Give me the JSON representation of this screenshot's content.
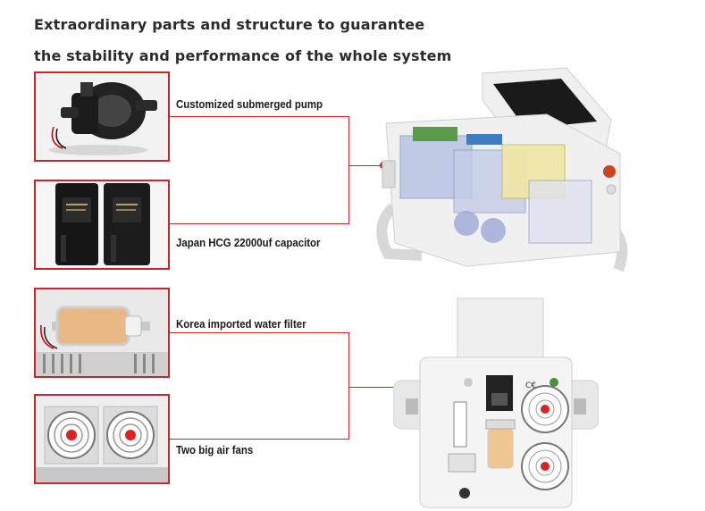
{
  "headline": {
    "line1": "Extraordinary parts and structure to guarantee",
    "line2": "the stability and performance of the whole system"
  },
  "parts": [
    {
      "label": "Customized submerged pump",
      "image": "water-pump-photo"
    },
    {
      "label": "Japan HCG 22000uf capacitor",
      "image": "capacitor-photo"
    },
    {
      "label": "Korea imported water filter",
      "image": "water-filter-photo"
    },
    {
      "label": "Two big air fans",
      "image": "air-fans-photo"
    }
  ],
  "products": [
    {
      "image": "machine-internal-view"
    },
    {
      "image": "machine-rear-view"
    }
  ],
  "colors": {
    "accent": "#c6262c",
    "text": "#1a1a1a"
  }
}
